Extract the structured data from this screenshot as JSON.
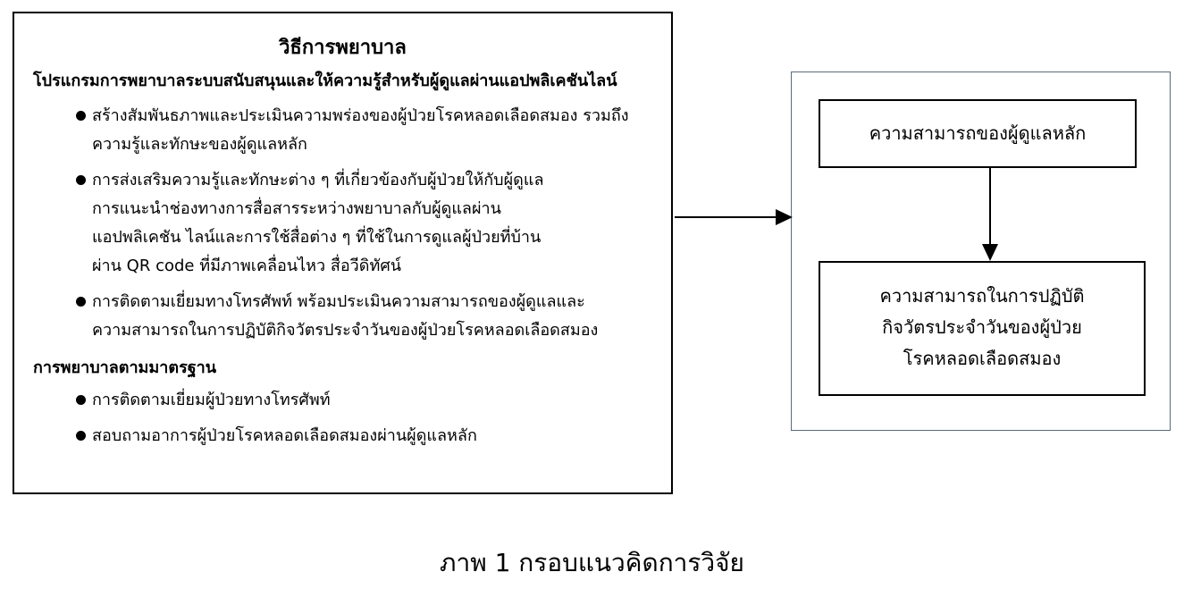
{
  "left_box": {
    "title": "วิธีการพยาบาล",
    "program_heading": "โปรแกรมการพยาบาลระบบสนับสนุนและให้ความรู้สำหรับผู้ดูแลผ่านแอปพลิเคชันไลน์",
    "program_bullets": [
      [
        "สร้างสัมพันธภาพและประเมินความพร่องของผู้ป่วยโรคหลอดเลือดสมอง รวมถึง",
        "ความรู้และทักษะของผู้ดูแลหลัก"
      ],
      [
        "การส่งเสริมความรู้และทักษะต่าง ๆ ที่เกี่ยวข้องกับผู้ป่วยให้กับผู้ดูแล",
        "การแนะนำช่องทางการสื่อสารระหว่างพยาบาลกับผู้ดูแลผ่าน",
        "แอปพลิเคชัน ไลน์และการใช้สื่อต่าง ๆ ที่ใช้ในการดูแลผู้ป่วยที่บ้าน",
        "ผ่าน QR code ที่มีภาพเคลื่อนไหว สื่อวีดิทัศน์"
      ],
      [
        "การติดตามเยี่ยมทางโทรศัพท์ พร้อมประเมินความสามารถของผู้ดูแลและ",
        "ความสามารถในการปฏิบัติกิจวัตรประจำวันของผู้ป่วยโรคหลอดเลือดสมอง"
      ]
    ],
    "standard_heading": "การพยาบาลตามมาตรฐาน",
    "standard_bullets": [
      [
        "การติดตามเยี่ยมผู้ป่วยทางโทรศัพท์"
      ],
      [
        "สอบถามอาการผู้ป่วยโรคหลอดเลือดสมองผ่านผู้ดูแลหลัก"
      ]
    ]
  },
  "right_boxes": {
    "caregiver_ability": "ความสามารถของผู้ดูแลหลัก",
    "adl_ability": [
      "ความสามารถในการปฏิบัติ",
      "กิจวัตรประจำวันของผู้ป่วย",
      "โรคหลอดเลือดสมอง"
    ]
  },
  "caption": "ภาพ 1 กรอบแนวคิดการวิจัย"
}
